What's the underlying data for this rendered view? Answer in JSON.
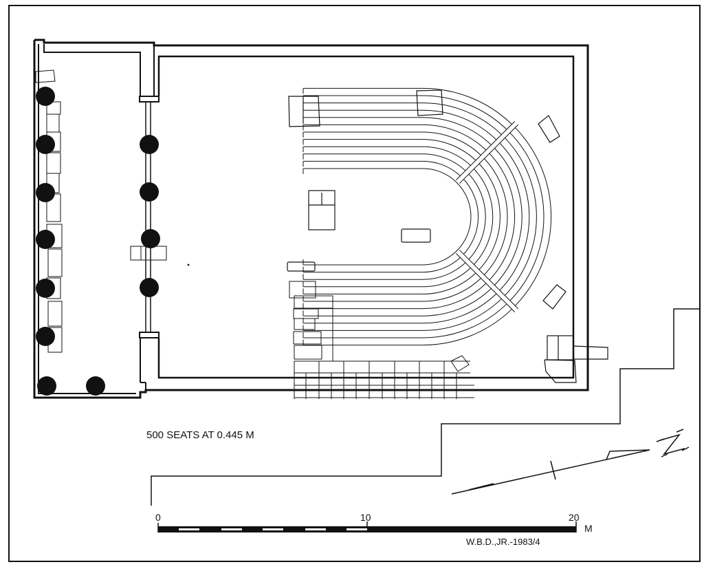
{
  "drawing": {
    "seats_note": "500 SEATS AT 0.445 M",
    "credit": "W.B.D.,JR.-1983/4",
    "north_label": "N"
  },
  "scale_bar": {
    "tick_labels": [
      "0",
      "10",
      "20"
    ],
    "unit": "M"
  },
  "colors": {
    "ink": "#111111",
    "paper": "#ffffff"
  }
}
